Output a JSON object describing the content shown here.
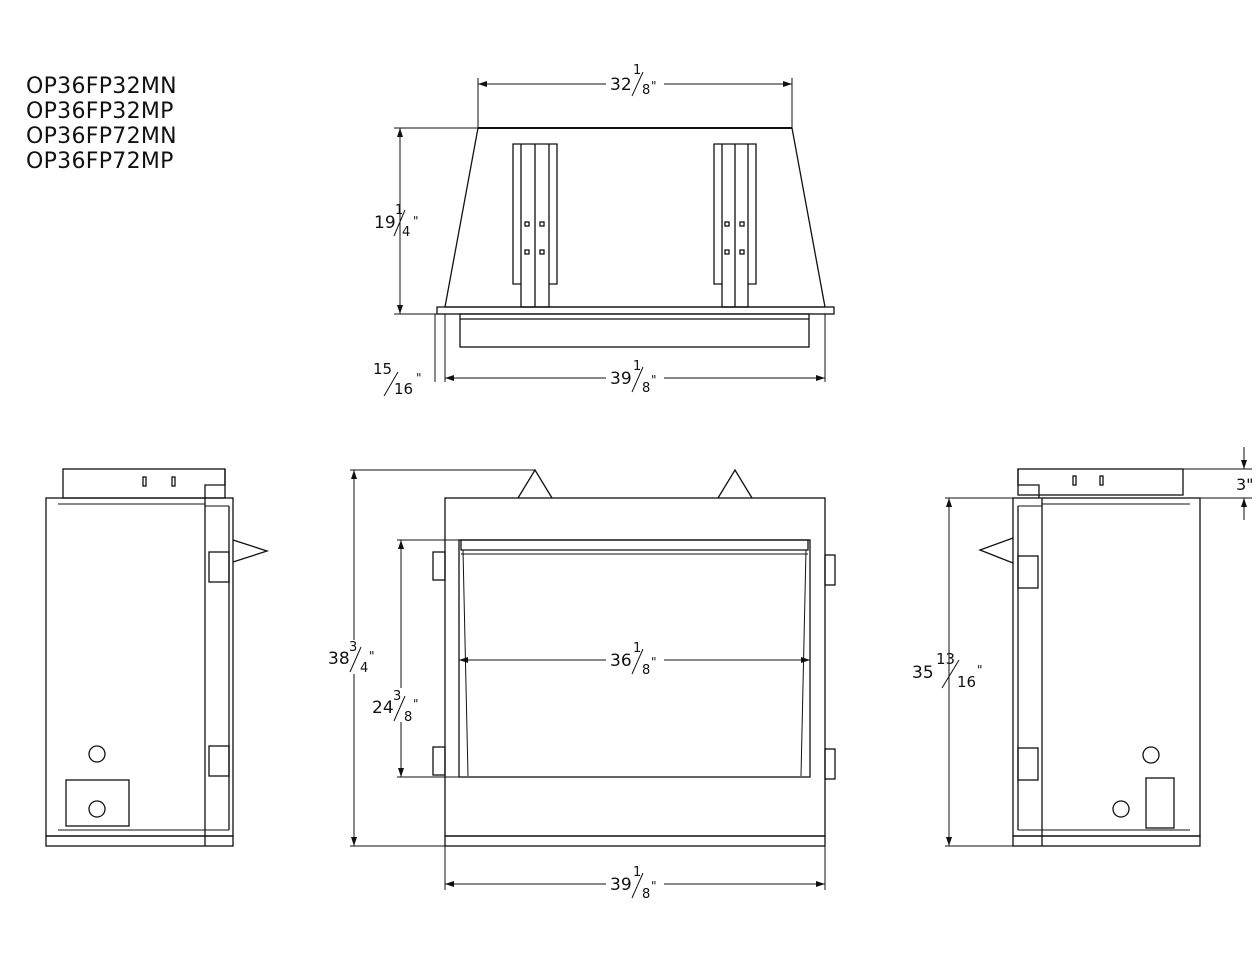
{
  "models": [
    "OP36FP32MN",
    "OP36FP32MP",
    "OP36FP72MN",
    "OP36FP72MP"
  ],
  "dimensions": {
    "top_width": {
      "whole": "32",
      "num": "1",
      "den": "8"
    },
    "top_height": {
      "whole": "19",
      "num": "1",
      "den": "4"
    },
    "top_flange": {
      "whole": "",
      "num": "15",
      "den": "16"
    },
    "top_base_width": {
      "whole": "39",
      "num": "1",
      "den": "8"
    },
    "front_height": {
      "whole": "38",
      "num": "3",
      "den": "4"
    },
    "opening_height": {
      "whole": "24",
      "num": "3",
      "den": "8"
    },
    "opening_width": {
      "whole": "36",
      "num": "1",
      "den": "8"
    },
    "front_base_width": {
      "whole": "39",
      "num": "1",
      "den": "8"
    },
    "side_height": {
      "whole": "35",
      "num": "13",
      "den": "16"
    },
    "side_top_offset": "3\""
  },
  "inch_mark": "\""
}
